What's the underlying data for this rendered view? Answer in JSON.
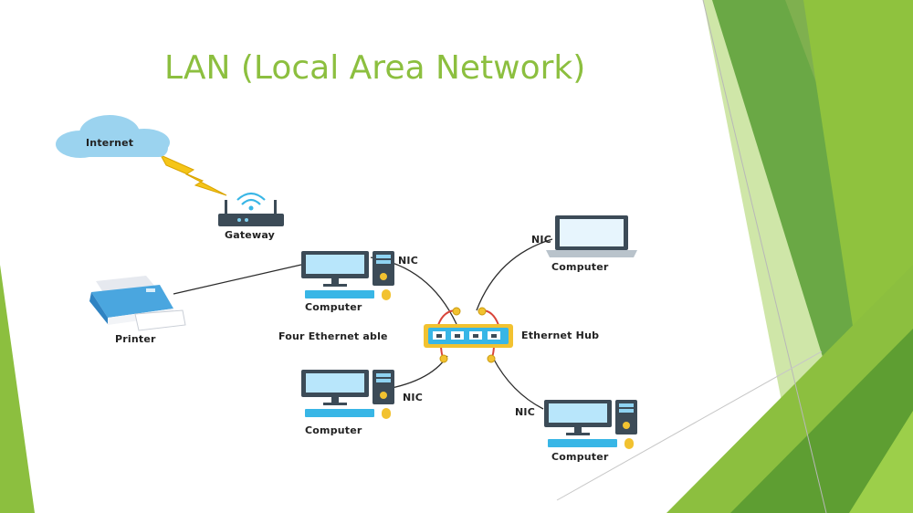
{
  "slide": {
    "title": "LAN (Local Area Network)"
  },
  "diagram": {
    "internet_label": "Internet",
    "gateway_label": "Gateway",
    "printer_label": "Printer",
    "computer_label": "Computer",
    "nic_label": "NIC",
    "cables_label": "Four Ethernet able",
    "hub_label": "Ethernet Hub"
  },
  "theme": {
    "title_color": "#8cbf3f",
    "accent_dark_green": "#5e9e32",
    "accent_light_green": "#a8d36a",
    "device_blue": "#38b6e6",
    "cable_color": "#2b2b2b",
    "connector_gold": "#f2c230",
    "hub_connector_red": "#d9453a"
  },
  "icons": [
    "cloud-icon",
    "lightning-bolt-icon",
    "router-icon",
    "printer-icon",
    "desktop-computer-icon",
    "laptop-icon",
    "ethernet-hub-icon"
  ]
}
